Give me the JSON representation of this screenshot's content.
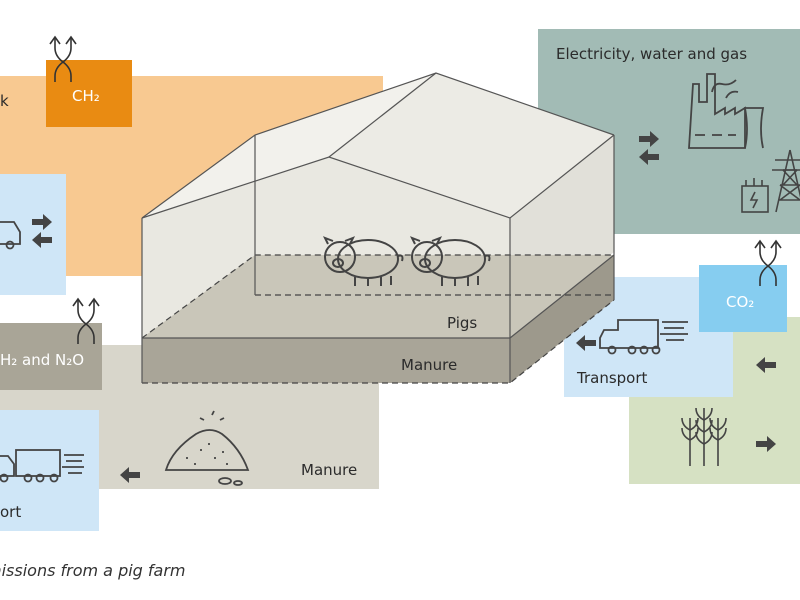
{
  "labels": {
    "feed_cut": "k",
    "ch2_top": "CH₂",
    "ch2_n2o": "H₂ and N₂O",
    "pigs": "Pigs",
    "manure_floor": "Manure",
    "manure_pile": "Manure",
    "transport_left": "ort",
    "electricity": "Electricity, water and gas",
    "co2": "CO₂",
    "transport_right": "Transport"
  },
  "caption": "missions from a pig farm",
  "colors": {
    "feed_box": "#f8c991",
    "ch2_box": "#e98b12",
    "light_blue": "#cfe6f7",
    "co2_box": "#86cdf0",
    "gray_box": "#d8d6cb",
    "ch2_n2o_box": "#a9a597",
    "electricity_box": "#a2bbb5",
    "crop_box": "#d6e1c3",
    "icon": "#4a4a4a"
  },
  "icons": [
    "emission-arrows-icon",
    "truck-icon",
    "factory-icon",
    "power-tower-icon",
    "wheat-icon",
    "manure-pile-icon",
    "pig-icon",
    "arrow-left-icon",
    "arrow-right-icon"
  ]
}
